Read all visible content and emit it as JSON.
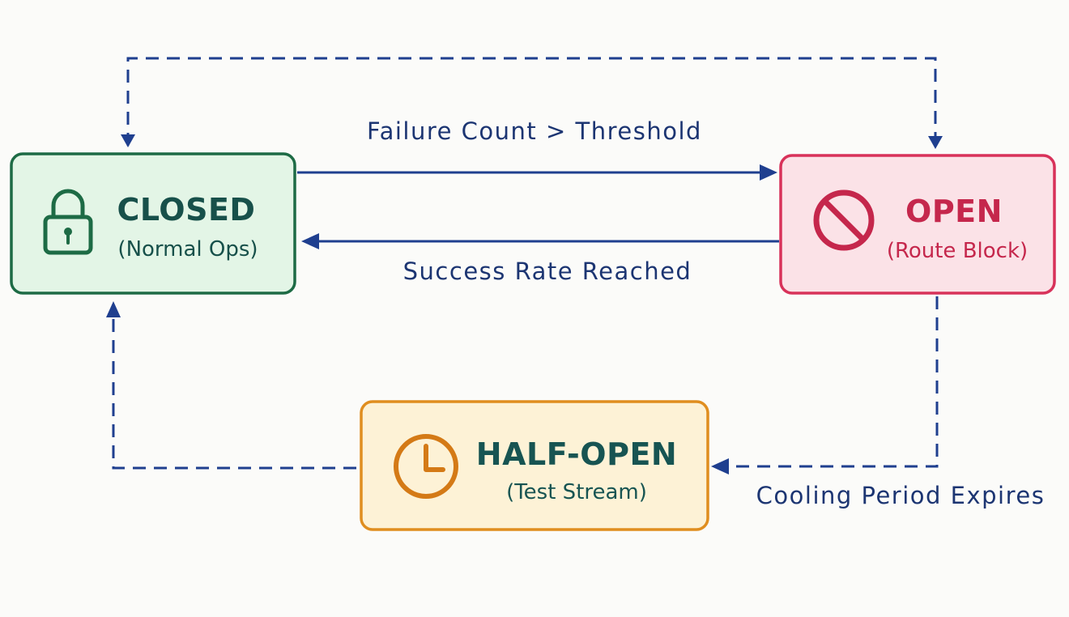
{
  "colors": {
    "background": "#fbfbf9",
    "arrow": "#1f3f8f",
    "label": "#1c3572",
    "closed_stroke": "#1d6b45",
    "closed_fill": "#e3f5e6",
    "closed_text": "#17504a",
    "open_stroke": "#d8325a",
    "open_fill": "#fbe2e7",
    "open_text": "#c5274c",
    "half_open_stroke": "#e08e1f",
    "half_open_fill": "#fdf2d6",
    "half_open_text": "#175452",
    "half_open_icon": "#d47a16"
  },
  "nodes": {
    "closed": {
      "title": "CLOSED",
      "subtitle": "(Normal Ops)",
      "icon": "lock-icon"
    },
    "open": {
      "title": "OPEN",
      "subtitle": "(Route Block)",
      "icon": "no-entry-icon"
    },
    "half_open": {
      "title": "HALF-OPEN",
      "subtitle": "(Test Stream)",
      "icon": "clock-icon"
    }
  },
  "edges": {
    "closed_to_open": {
      "label": "Failure Count > Threshold",
      "style": "solid"
    },
    "open_to_closed": {
      "label": "Success Rate Reached",
      "style": "solid"
    },
    "open_to_half_open": {
      "label": "Cooling Period Expires",
      "style": "dashed"
    },
    "half_open_to_closed": {
      "label": "",
      "style": "dashed"
    },
    "top_loop": {
      "label": "",
      "style": "dashed"
    }
  }
}
